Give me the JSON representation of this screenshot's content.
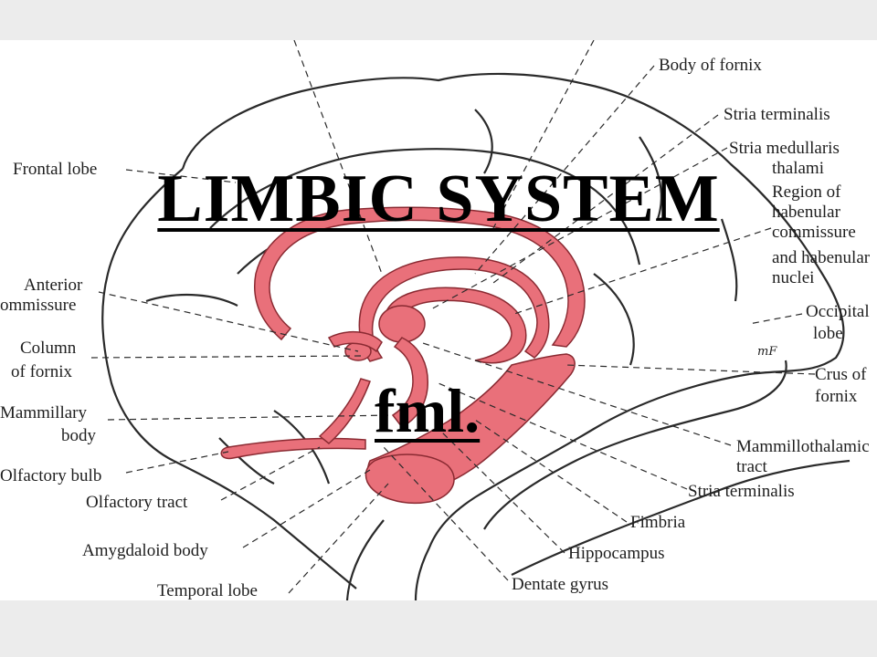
{
  "slide": {
    "title": "LIMBIC SYSTEM",
    "subtitle": "fml."
  },
  "diagram": {
    "artist_initials": "mF",
    "labels_left": {
      "frontal_lobe": "Frontal lobe",
      "anterior_commissure_1": "Anterior",
      "anterior_commissure_2": "ommissure",
      "column_of_fornix_1": "Column",
      "column_of_fornix_2": "of fornix",
      "mammillary_body_1": "Mammillary",
      "mammillary_body_2": "body",
      "olfactory_bulb": "Olfactory bulb",
      "olfactory_tract": "Olfactory tract",
      "amygdaloid_body": "Amygdaloid body",
      "temporal_lobe": "Temporal lobe"
    },
    "labels_right": {
      "body_of_fornix": "Body of fornix",
      "stria_terminalis_top": "Stria terminalis",
      "stria_medullaris_1": "Stria medullaris",
      "stria_medullaris_2": "thalami",
      "habenular_1": "Region of",
      "habenular_2": "habenular",
      "habenular_3": "commissure",
      "habenular_4": "and habenular",
      "habenular_5": "nuclei",
      "occipital_lobe_1": "Occipital",
      "occipital_lobe_2": "lobe",
      "crus_of_fornix_1": "Crus of",
      "crus_of_fornix_2": "fornix",
      "mammillothalamic_1": "Mammillothalamic",
      "mammillothalamic_2": "tract",
      "stria_terminalis_bottom": "Stria terminalis",
      "fimbria": "Fimbria",
      "hippocampus": "Hippocampus",
      "dentate_gyrus": "Dentate gyrus"
    },
    "colors": {
      "limbic_fill": "#e9707a",
      "outline": "#2a2a2a",
      "slide_background": "#ececec",
      "figure_background": "#ffffff"
    }
  }
}
